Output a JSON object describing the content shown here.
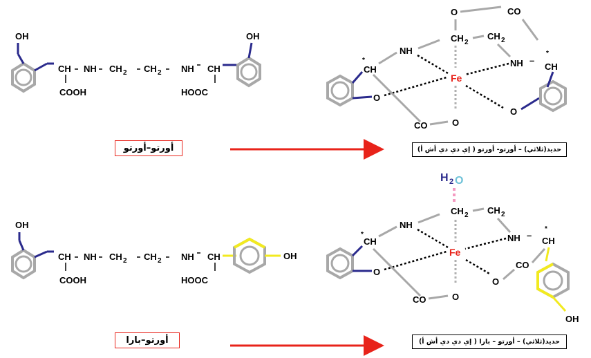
{
  "labels": {
    "oh": "OH",
    "ch": "CH",
    "nh": "NH",
    "ch2": "CH",
    "sub2": "2",
    "cooh": "COOH",
    "hooc": "HOOC",
    "o": "O",
    "co": "CO",
    "fe": "Fe",
    "star": "*",
    "dash": "–",
    "h2o_h": "H",
    "h2o_o": "O"
  },
  "top": {
    "ligand_label": "أورتو–أورتو",
    "complex_label": "حديد(ثلاثي) – أورتو- أورتو ( إي دي دي أش أ)"
  },
  "bottom": {
    "ligand_label": "أورتو–بارا",
    "complex_label": "حديد(ثلاثي) – أورتو – بارا ( إي دي دي أش أ)"
  },
  "colors": {
    "ring": "#a8a8a8",
    "bond_blue": "#2a2a8c",
    "bond_yellow": "#f2ea1f",
    "arrow": "#e8231a",
    "water_bond": "#f49ac1",
    "water_o": "#6fc2d8"
  }
}
